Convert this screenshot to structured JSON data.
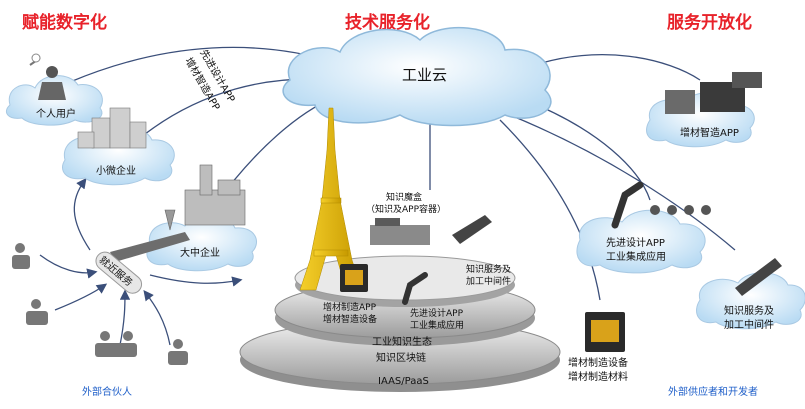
{
  "headings": {
    "left": "赋能数字化",
    "center": "技术服务化",
    "right": "服务开放化"
  },
  "colors": {
    "heading": "#e8222a",
    "blue_label": "#1f5fc9",
    "tower": "#e2b100",
    "cloud": "#cfe6f7",
    "line": "#3b4f7a",
    "platform": "#bdbdbd"
  },
  "cloud": {
    "label": "工业云"
  },
  "left": {
    "individual_user": "个人用户",
    "small_enterprise": "小微企业",
    "large_enterprise": "大中企业",
    "nearby_service": "就近服务",
    "external_partner": "外部合伙人",
    "app_lines": [
      "先进设计APP",
      "增材智造APP"
    ]
  },
  "center": {
    "knowledge_box": [
      "知识魔盒",
      "（知识及APP容器）"
    ],
    "knowledge_service": [
      "知识服务及",
      "加工中间件"
    ],
    "additive_app": [
      "增材制造APP",
      "增材智造设备"
    ],
    "design_app": [
      "先进设计APP",
      "工业集成应用"
    ],
    "layers": [
      "工业知识生态",
      "知识区块链",
      "IAAS/PaaS"
    ]
  },
  "right": {
    "additive_app": "增材智造APP",
    "design_app": [
      "先进设计APP",
      "工业集成应用"
    ],
    "knowledge_service": [
      "知识服务及",
      "加工中间件"
    ],
    "equipment": [
      "增材制造设备",
      "增材制造材料"
    ],
    "external_dev": "外部供应者和开发者"
  }
}
